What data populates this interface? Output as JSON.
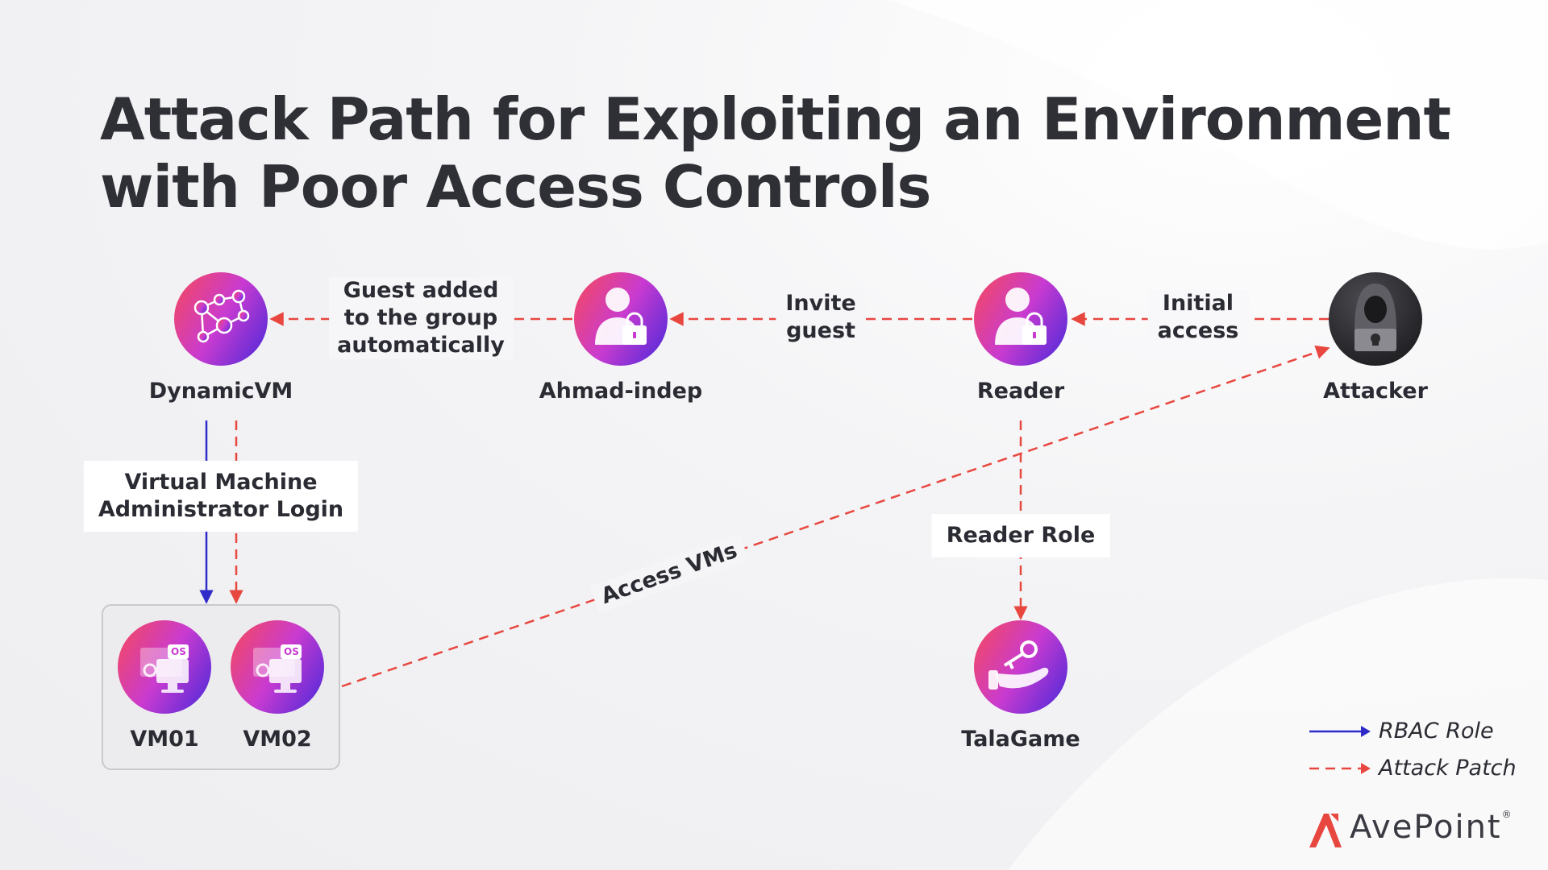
{
  "title": {
    "line1": "Attack Path for Exploiting an Environment",
    "line2": "with Poor Access Controls"
  },
  "nodes": {
    "dynamicvm": {
      "label": "DynamicVM",
      "icon": "network-group-icon"
    },
    "ahmad": {
      "label": "Ahmad-indep",
      "icon": "user-lock-icon"
    },
    "reader": {
      "label": "Reader",
      "icon": "user-lock-icon"
    },
    "attacker": {
      "label": "Attacker",
      "icon": "hooded-hacker-icon"
    },
    "vm01": {
      "label": "VM01",
      "icon": "monitor-os-icon",
      "badge": "OS"
    },
    "vm02": {
      "label": "VM02",
      "icon": "monitor-os-icon",
      "badge": "OS"
    },
    "talagame": {
      "label": "TalaGame",
      "icon": "hand-key-icon"
    }
  },
  "edges": {
    "guest_added": {
      "line1": "Guest added",
      "line2": "to the group",
      "line3": "automatically"
    },
    "invite_guest": {
      "line1": "Invite",
      "line2": "guest"
    },
    "initial_access": {
      "line1": "Initial",
      "line2": "access"
    },
    "vm_admin_login": {
      "line1": "Virtual Machine",
      "line2": "Administrator Login"
    },
    "reader_role": {
      "label": "Reader Role"
    },
    "access_vms": {
      "label": "Access VMs"
    }
  },
  "legend": {
    "rbac": "RBAC Role",
    "attack": "Attack Patch"
  },
  "colors": {
    "rbac": "#2e2bc8",
    "attack": "#e8473f",
    "gradient_start": "#f0476a",
    "gradient_mid": "#c93bd0",
    "gradient_end": "#5a2bd8",
    "attacker_dark": "#2b2b2e",
    "brand_red": "#e8473f"
  },
  "brand": {
    "name": "AvePoint",
    "mark": "®"
  }
}
